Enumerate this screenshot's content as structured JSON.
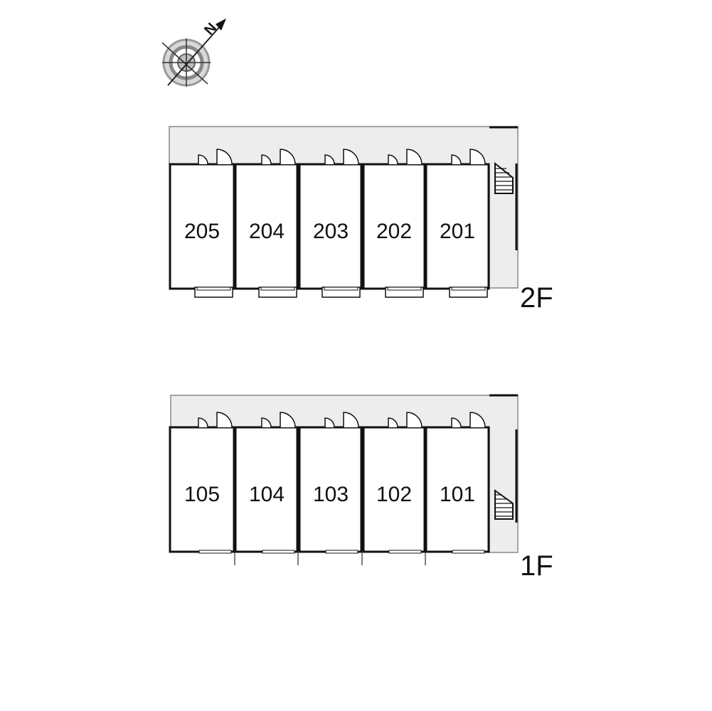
{
  "compass": {
    "icon": "compass-north-icon",
    "label": "N"
  },
  "floors": [
    {
      "id": "2F",
      "label": "2F",
      "stair_side": "top",
      "units": [
        "205",
        "204",
        "203",
        "202",
        "201"
      ]
    },
    {
      "id": "1F",
      "label": "1F",
      "stair_side": "bottom",
      "units": [
        "105",
        "104",
        "103",
        "102",
        "101"
      ]
    }
  ],
  "colors": {
    "corridor": "#ededed",
    "wall": "#111111",
    "background": "#ffffff"
  }
}
